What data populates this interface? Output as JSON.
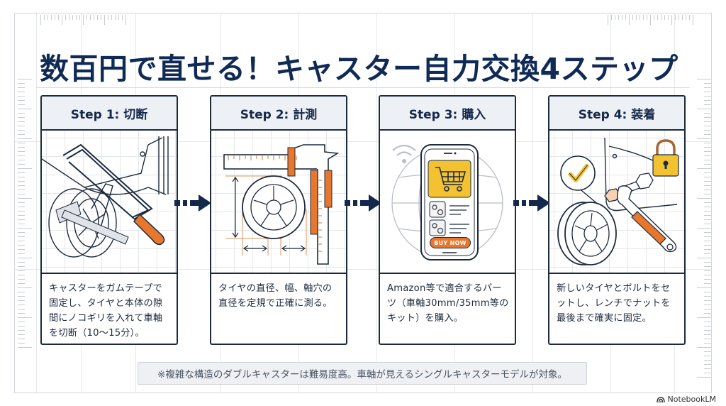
{
  "title": "数百円で直せる！キャスター自力交換4ステップ",
  "steps": [
    {
      "label": "Step 1: 切断",
      "illustration": "hacksaw-cutting-caster-axle",
      "description": "キャスターをガムテープで固定し、タイヤと本体の隙間にノコギリを入れて車軸を切断（10〜15分）。"
    },
    {
      "label": "Step 2: 計測",
      "illustration": "caliper-measuring-wheel",
      "description": "タイヤの直径、幅、軸穴の直径を定規で正確に測る。"
    },
    {
      "label": "Step 3: 購入",
      "illustration": "smartphone-shopping-cart",
      "description": "Amazon等で適合するパーツ（車軸30mm/35mm等のキット）を購入。",
      "buy_button_label": "BUY NOW"
    },
    {
      "label": "Step 4: 装着",
      "illustration": "wrench-tightening-wheel-nut",
      "description": "新しいタイヤとボルトをセットし、レンチでナットを最後まで確実に固定。"
    }
  ],
  "note": "※複雑な構造のダブルキャスターは難易度高。車軸が見えるシングルキャスターモデルが対象。",
  "brand": "NotebookLM",
  "colors": {
    "title": "#0f2a55",
    "card_border": "#1d2a3e",
    "card_header_bg": "#edf0f5",
    "accent_orange": "#e8772e",
    "accent_yellow": "#f2c230",
    "arrow": "#14284b"
  }
}
